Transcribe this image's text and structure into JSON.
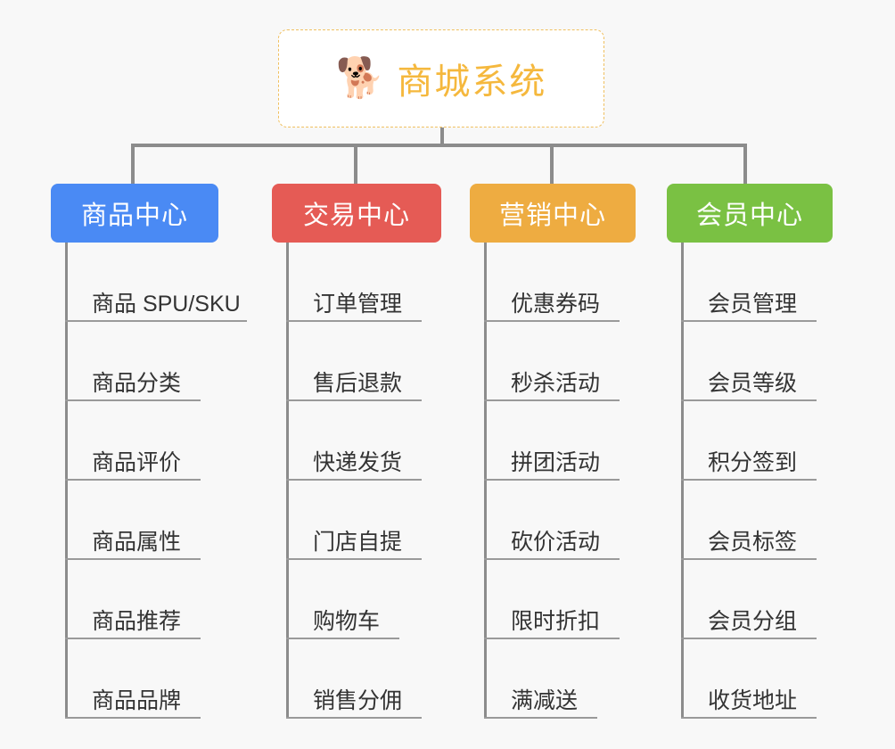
{
  "canvas": {
    "background_color": "#f8f8f8",
    "line_color": "#8c8c8c"
  },
  "root": {
    "title": "商城系统",
    "icon": "shiba-dog-face-icon",
    "icon_glyph": "🐕",
    "text_color": "#f5b83d",
    "border_color": "#f0c060",
    "background_color": "#ffffff"
  },
  "branches": [
    {
      "label": "商品中心",
      "color": "#4a8af4",
      "items": [
        "商品 SPU/SKU",
        "商品分类",
        "商品评价",
        "商品属性",
        "商品推荐",
        "商品品牌"
      ]
    },
    {
      "label": "交易中心",
      "color": "#e55b55",
      "items": [
        "订单管理",
        "售后退款",
        "快递发货",
        "门店自提",
        "购物车",
        "销售分佣"
      ]
    },
    {
      "label": "营销中心",
      "color": "#eeac41",
      "items": [
        "优惠券码",
        "秒杀活动",
        "拼团活动",
        "砍价活动",
        "限时折扣",
        "满减送"
      ]
    },
    {
      "label": "会员中心",
      "color": "#7ac143",
      "items": [
        "会员管理",
        "会员等级",
        "积分签到",
        "会员标签",
        "会员分组",
        "收货地址"
      ]
    }
  ]
}
